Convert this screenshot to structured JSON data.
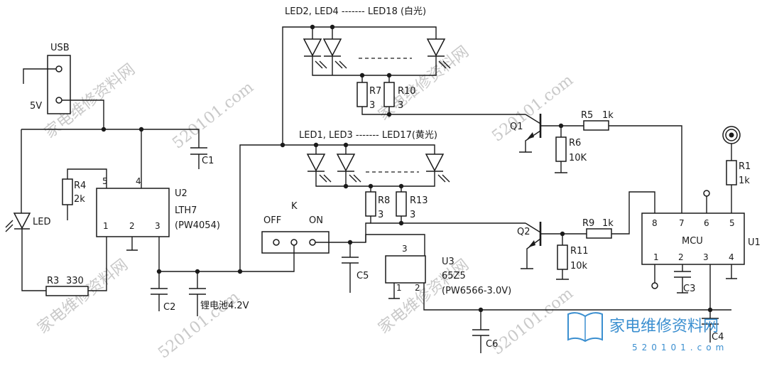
{
  "diagram": {
    "labels": {
      "usb": "USB",
      "v5": "5V",
      "c1": "C1",
      "r4": "R4",
      "r4_val": "2k",
      "pin5": "5",
      "pin4": "4",
      "u2": "U2",
      "u2_name": "LTH7",
      "u2_alt": "(PW4054)",
      "u2_p1": "1",
      "u2_p2": "2",
      "u2_p3": "3",
      "led": "LED",
      "r3": "R3",
      "r3_val": "330",
      "c2": "C2",
      "battery": "锂电池4.2V",
      "white_group": "LED2, LED4 ------- LED18 (白光)",
      "yellow_group": "LED1, LED3 ------- LED17(黄光)",
      "r7": "R7",
      "r7_val": "3",
      "r10": "R10",
      "r10_val": "3",
      "r8": "R8",
      "r8_val": "3",
      "r13": "R13",
      "r13_val": "3",
      "q1": "Q1",
      "q2": "Q2",
      "r5": "R5",
      "r5_val": "1k",
      "r6": "R6",
      "r6_val": "10K",
      "r9": "R9",
      "r9_val": "1k",
      "r11": "R11",
      "r11_val": "10k",
      "k": "K",
      "off": "OFF",
      "on": "ON",
      "c5": "C5",
      "u3": "U3",
      "u3_name": "65Z5",
      "u3_alt": "(PW6566-3.0V)",
      "u3_p1": "1",
      "u3_p2": "2",
      "u3_p3": "3",
      "c6": "C6",
      "mcu": "MCU",
      "u1": "U1",
      "mcu_p8": "8",
      "mcu_p7": "7",
      "mcu_p6": "6",
      "mcu_p5": "5",
      "mcu_p1": "1",
      "mcu_p2": "2",
      "mcu_p3": "3",
      "mcu_p4": "4",
      "r1": "R1",
      "r1_val": "1k",
      "c3": "C3",
      "c4": "C4"
    },
    "watermark": {
      "brand": "家电维修资料网",
      "url": "520101.com",
      "tiles": [
        "家电维修资料网",
        "520101.com",
        "家电维修资料网",
        "520101.com",
        "家电维修资料网",
        "520101.com",
        "家电维修资料网",
        "520101.com"
      ]
    },
    "colors": {
      "ink": "#1a1a1a",
      "brand": "#3b8fd0",
      "watermark": "#c9c9c9"
    }
  }
}
